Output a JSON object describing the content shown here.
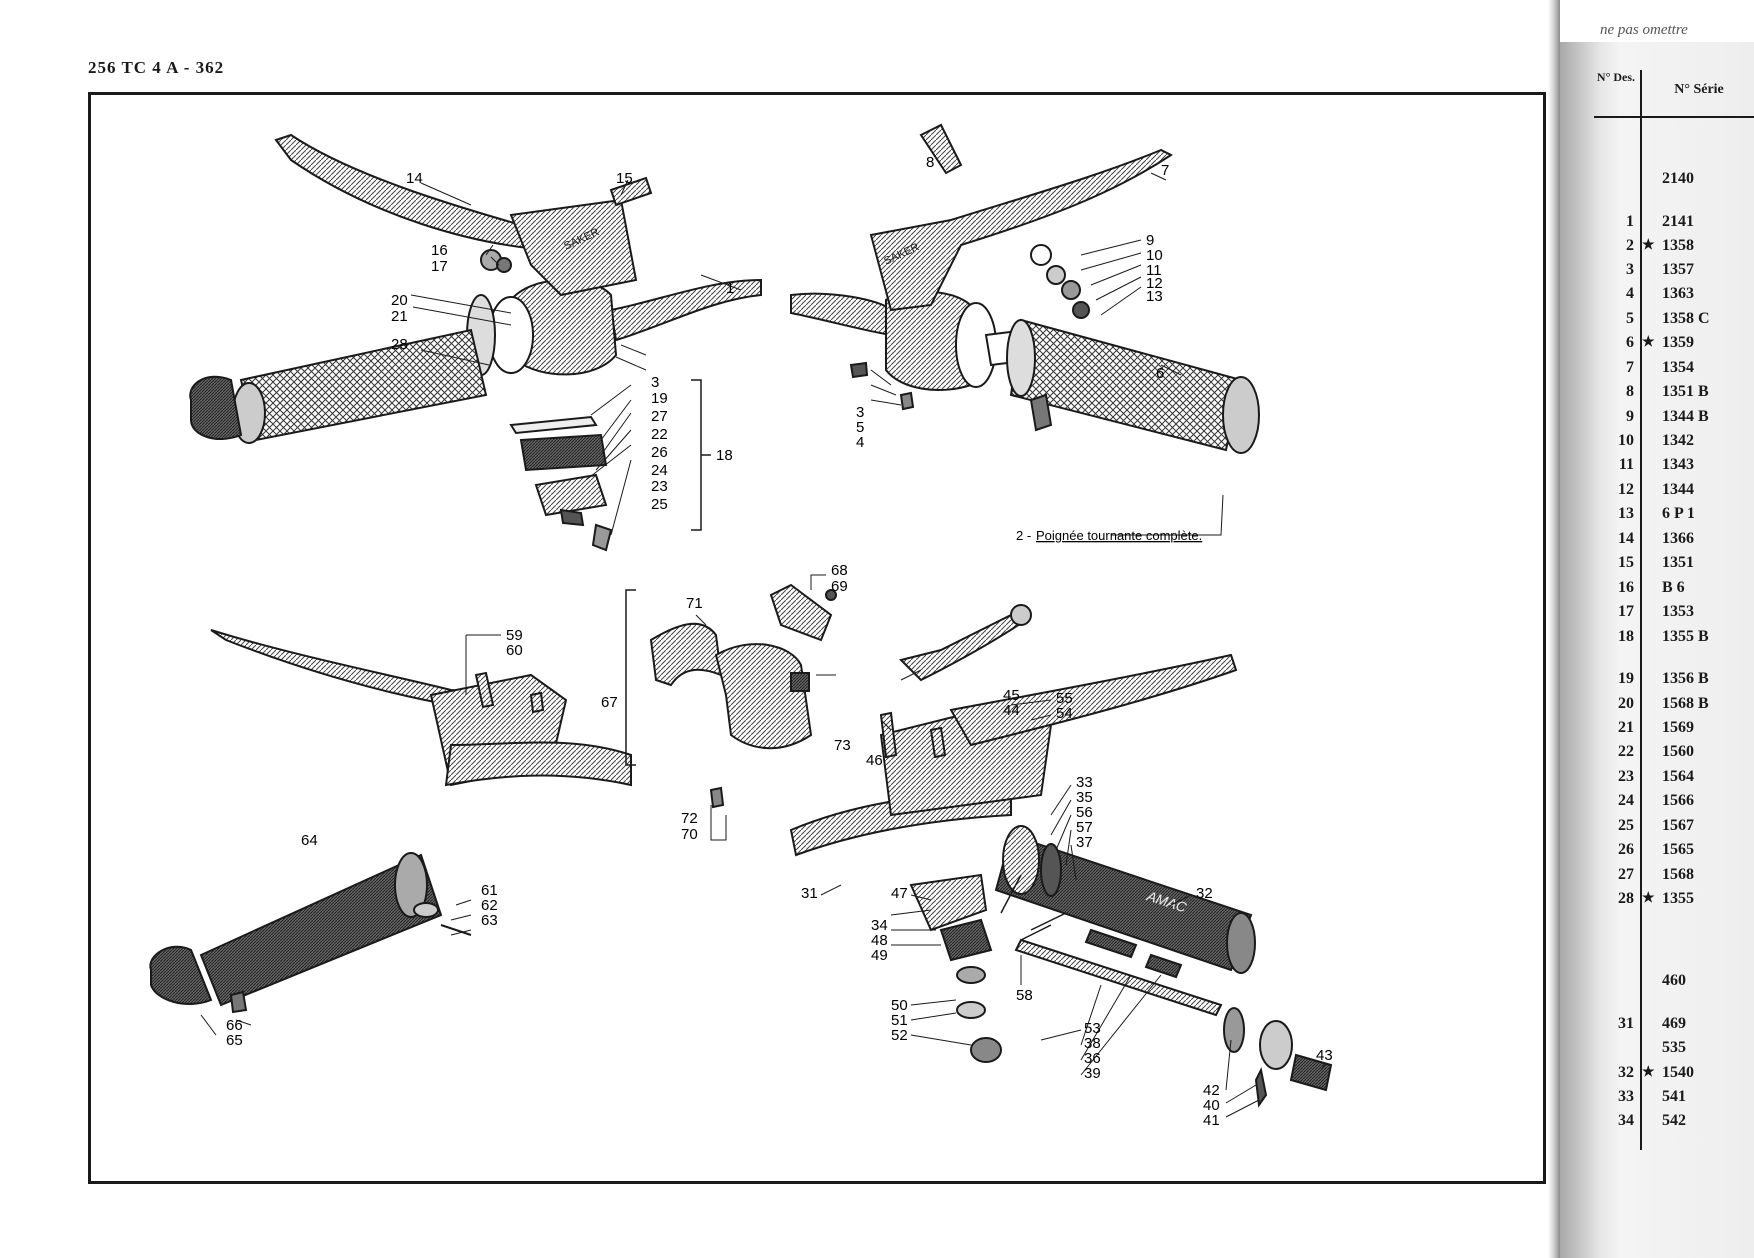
{
  "header": {
    "text": "256 TC 4 A - 362"
  },
  "diagram": {
    "callouts_top_left": [
      "14",
      "15",
      "16",
      "17",
      "20",
      "21",
      "28",
      "3",
      "19",
      "27",
      "22",
      "26",
      "24",
      "23",
      "25",
      "18",
      "1"
    ],
    "callouts_top_right": [
      "8",
      "7",
      "9",
      "10",
      "11",
      "12",
      "13",
      "6",
      "3",
      "5",
      "4"
    ],
    "caption": {
      "prefix": "2 - ",
      "text": "Poignée tournante complète."
    },
    "callouts_bottom_left": [
      "59",
      "60",
      "64",
      "61",
      "62",
      "63",
      "66",
      "65"
    ],
    "callouts_center": [
      "68",
      "69",
      "71",
      "67",
      "73",
      "72",
      "70"
    ],
    "callouts_bottom_right": [
      "45",
      "44",
      "55",
      "54",
      "46",
      "33",
      "35",
      "56",
      "57",
      "37",
      "32",
      "31",
      "47",
      "34",
      "48",
      "49",
      "58",
      "50",
      "51",
      "52",
      "53",
      "38",
      "36",
      "39",
      "42",
      "40",
      "41",
      "43"
    ],
    "brand_on_grip": "AMAC",
    "brand_on_lever": "SAKER"
  },
  "side_table": {
    "top_fragment": "ne pas omettre",
    "headers": {
      "des": "N° Des.",
      "serie": "N° Série"
    },
    "rows": [
      {
        "des": "",
        "star": "",
        "serie": "2140"
      },
      {
        "des": "1",
        "star": "",
        "serie": "2141"
      },
      {
        "des": "2",
        "star": "★",
        "serie": "1358"
      },
      {
        "des": "3",
        "star": "",
        "serie": "1357"
      },
      {
        "des": "4",
        "star": "",
        "serie": "1363"
      },
      {
        "des": "5",
        "star": "",
        "serie": "1358 C"
      },
      {
        "des": "6",
        "star": "★",
        "serie": "1359"
      },
      {
        "des": "7",
        "star": "",
        "serie": "1354"
      },
      {
        "des": "8",
        "star": "",
        "serie": "1351 B"
      },
      {
        "des": "9",
        "star": "",
        "serie": "1344 B"
      },
      {
        "des": "10",
        "star": "",
        "serie": "1342"
      },
      {
        "des": "11",
        "star": "",
        "serie": "1343"
      },
      {
        "des": "12",
        "star": "",
        "serie": "1344"
      },
      {
        "des": "13",
        "star": "",
        "serie": "6 P 1"
      },
      {
        "des": "14",
        "star": "",
        "serie": "1366"
      },
      {
        "des": "15",
        "star": "",
        "serie": "1351"
      },
      {
        "des": "16",
        "star": "",
        "serie": "B 6"
      },
      {
        "des": "17",
        "star": "",
        "serie": "1353"
      },
      {
        "des": "18",
        "star": "",
        "serie": "1355 B"
      },
      {
        "des": "19",
        "star": "",
        "serie": "1356 B"
      },
      {
        "des": "20",
        "star": "",
        "serie": "1568 B"
      },
      {
        "des": "21",
        "star": "",
        "serie": "1569"
      },
      {
        "des": "22",
        "star": "",
        "serie": "1560"
      },
      {
        "des": "23",
        "star": "",
        "serie": "1564"
      },
      {
        "des": "24",
        "star": "",
        "serie": "1566"
      },
      {
        "des": "25",
        "star": "",
        "serie": "1567"
      },
      {
        "des": "26",
        "star": "",
        "serie": "1565"
      },
      {
        "des": "27",
        "star": "",
        "serie": "1568"
      },
      {
        "des": "28",
        "star": "★",
        "serie": "1355"
      },
      {
        "des": "",
        "star": "",
        "serie": "460"
      },
      {
        "des": "31",
        "star": "",
        "serie": "469"
      },
      {
        "des": "",
        "star": "",
        "serie": "535"
      },
      {
        "des": "32",
        "star": "★",
        "serie": "1540"
      },
      {
        "des": "33",
        "star": "",
        "serie": "541"
      },
      {
        "des": "34",
        "star": "",
        "serie": "542"
      }
    ]
  }
}
